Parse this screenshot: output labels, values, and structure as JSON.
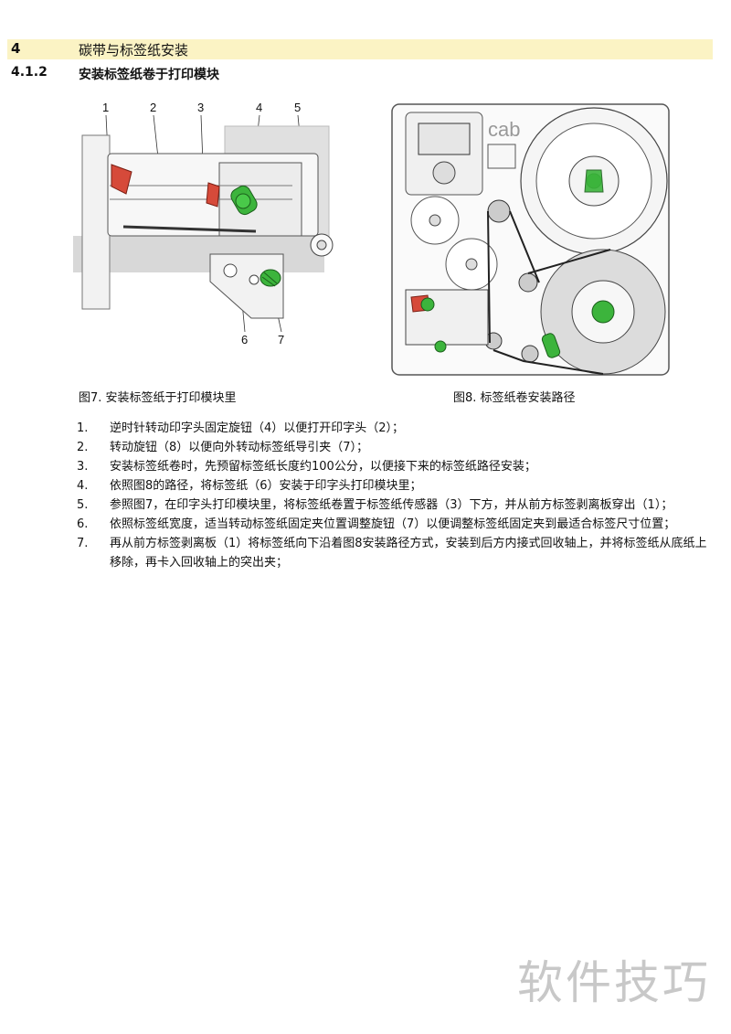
{
  "header": {
    "chapter_number": "4",
    "chapter_title": "碳带与标签纸安装",
    "section_number": "4.1.2",
    "section_title": "安装标签纸卷于打印模块"
  },
  "figure7": {
    "callouts": [
      "1",
      "2",
      "3",
      "4",
      "5",
      "6",
      "7"
    ],
    "caption": "图7. 安装标签纸于打印模块里"
  },
  "figure8": {
    "brand_logo": "cab",
    "caption": "图8. 标签纸卷安装路径"
  },
  "steps": [
    {
      "num": "1.",
      "text": "逆时针转动印字头固定旋钮（4）以便打开印字头（2）；"
    },
    {
      "num": "2.",
      "text": "转动旋钮（8）以便向外转动标签纸导引夹（7）；"
    },
    {
      "num": "3.",
      "text": "安装标签纸卷时，先预留标签纸长度约100公分，以便接下来的标签纸路径安装；"
    },
    {
      "num": "4.",
      "text": "依照图8的路径，将标签纸（6）安装于印字头打印模块里；"
    },
    {
      "num": "5.",
      "text": "参照图7，在印字头打印模块里，将标签纸卷置于标签纸传感器（3）下方，并从前方标签剥离板穿出（1）；"
    },
    {
      "num": "6.",
      "text": "依照标签纸宽度，适当转动标签纸固定夹位置调整旋钮（7）以便调整标签纸固定夹到最适合标签尺寸位置；"
    },
    {
      "num": "7.",
      "text": "再从前方标签剥离板（1）将标签纸向下沿着图8安装路径方式，安装到后方内接式回收轴上，并将标签纸从底纸上移除，再卡入回收轴上的突出夹；"
    }
  ],
  "watermark": "软件技巧",
  "colors": {
    "chapter_bar": "#fbf3c4",
    "accent_green": "#3cb43c",
    "accent_red": "#d64a3a"
  }
}
